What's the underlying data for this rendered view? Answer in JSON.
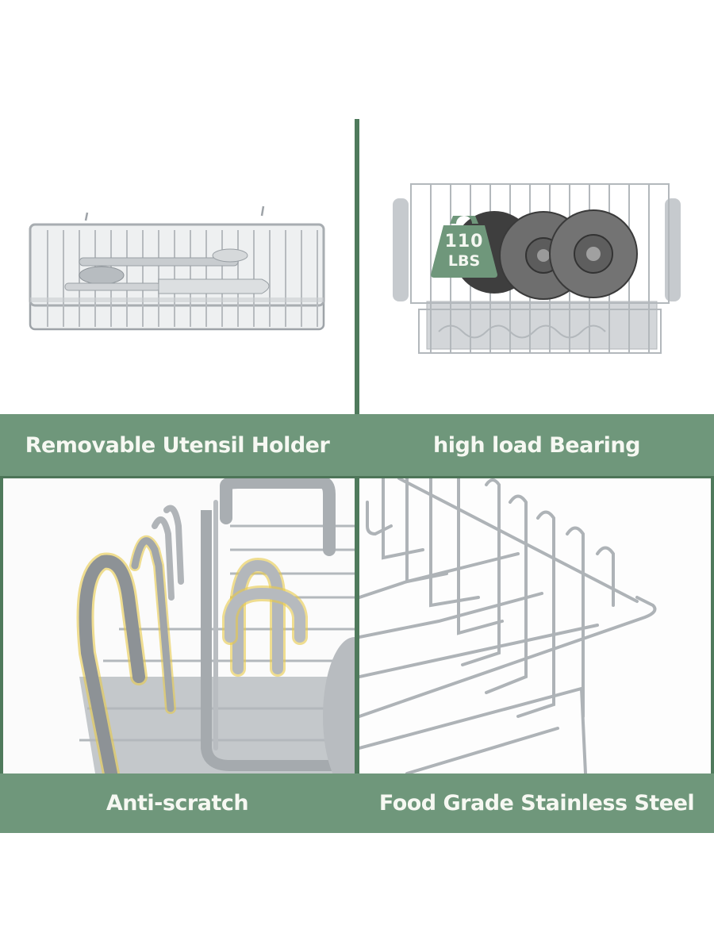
{
  "features": [
    {
      "id": "utensil-holder",
      "label": "Removable Utensil Holder",
      "image": "utensil basket with cutlery"
    },
    {
      "id": "load-bearing",
      "label": "high load Bearing",
      "image": "dish rack holding weight plates",
      "badge": {
        "value": "110",
        "unit": "LBS"
      }
    },
    {
      "id": "anti-scratch",
      "label": "Anti-scratch",
      "image": "coated dish rack prongs with highlighted tips"
    },
    {
      "id": "stainless-steel",
      "label": "Food Grade Stainless Steel",
      "image": "close-up of stainless steel wire rack corner"
    }
  ],
  "colors": {
    "band": "#6f977b",
    "band_edge": "#4d7558",
    "divider": "#4f7a5c",
    "text": "#f6f8f2",
    "highlight": "#e8c94a",
    "steel": "#b9bdc1"
  }
}
